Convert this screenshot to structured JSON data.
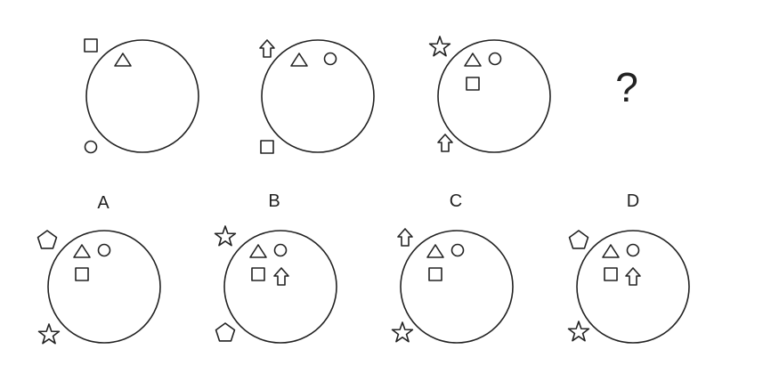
{
  "puzzle": {
    "question_mark": "?",
    "stroke_color": "#222222",
    "background": "#ffffff"
  },
  "sequence": [
    {
      "panel": 1,
      "shapes": [
        "square",
        "triangle",
        "circle"
      ]
    },
    {
      "panel": 2,
      "shapes": [
        "arrow-up",
        "triangle",
        "circle",
        "square"
      ]
    },
    {
      "panel": 3,
      "shapes": [
        "star",
        "triangle",
        "circle",
        "square",
        "arrow-up"
      ]
    }
  ],
  "options": [
    {
      "label": "A",
      "shapes": [
        "pentagon",
        "triangle",
        "circle",
        "square",
        "star"
      ]
    },
    {
      "label": "B",
      "shapes": [
        "star",
        "triangle",
        "circle",
        "square",
        "arrow-up",
        "pentagon"
      ]
    },
    {
      "label": "C",
      "shapes": [
        "arrow-up",
        "triangle",
        "circle",
        "square",
        "star"
      ]
    },
    {
      "label": "D",
      "shapes": [
        "pentagon",
        "triangle",
        "circle",
        "square",
        "arrow-up",
        "star"
      ]
    }
  ]
}
